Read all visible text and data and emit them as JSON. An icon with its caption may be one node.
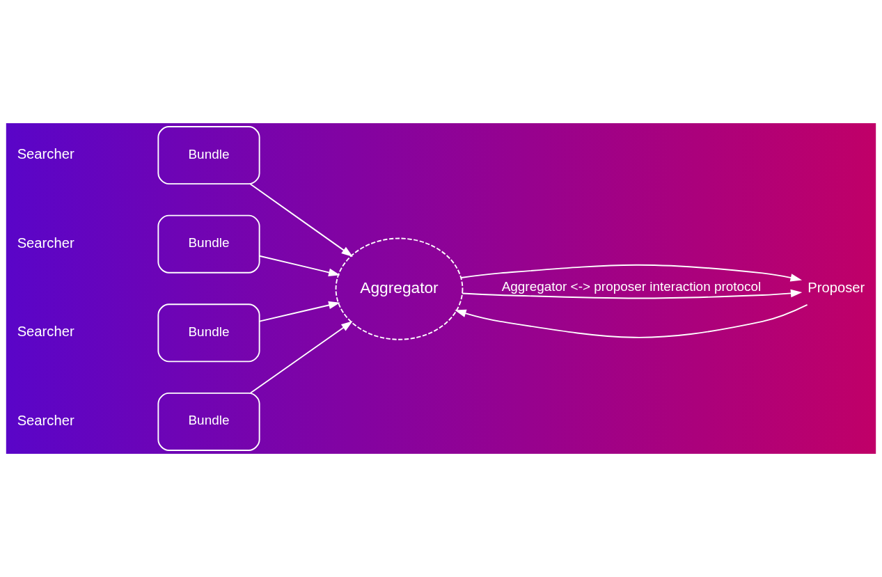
{
  "diagram": {
    "nodes": [
      {
        "text": [
          "Searcher"
        ]
      },
      {
        "text": [
          "Bundle"
        ]
      },
      {
        "text": [
          "Searcher"
        ]
      },
      {
        "text": [
          "Bundle"
        ]
      },
      {
        "text": [
          "Searcher"
        ]
      },
      {
        "text": [
          "Bundle"
        ]
      },
      {
        "text": [
          "Searcher"
        ]
      },
      {
        "text": [
          "Bundle"
        ]
      },
      {
        "text": [
          "Aggregator"
        ]
      },
      {
        "text": [
          "Proposer"
        ]
      }
    ],
    "edges": [
      {
        "from": 1,
        "to": 8,
        "arrow": "to"
      },
      {
        "from": 3,
        "to": 8,
        "arrow": "to"
      },
      {
        "from": 5,
        "to": 8,
        "arrow": "to"
      },
      {
        "from": 7,
        "to": 8,
        "arrow": "to"
      },
      {
        "from": 8,
        "to": 9,
        "arrow": "to"
      },
      {
        "from": 9,
        "to": 8,
        "arrow": "to"
      },
      {
        "from": 8,
        "to": 9,
        "arrow": "to",
        "label": "Aggregator <-> proposer interaction protocol"
      }
    ]
  }
}
